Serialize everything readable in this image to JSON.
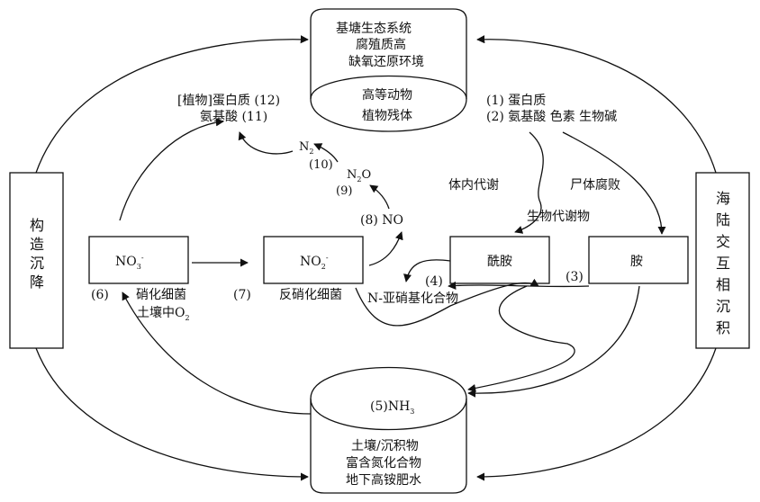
{
  "top_cylinder": {
    "title_lines": [
      "基塘生态系统",
      "腐殖质高",
      "缺氧还原环境"
    ],
    "inner_lines": [
      "高等动物",
      "植物残体"
    ]
  },
  "bottom_cylinder": {
    "nh3_prefix": "(5)NH",
    "nh3_sub": "3",
    "lines": [
      "土壤/沉积物",
      "富含氮化合物",
      "地下高铵肥水"
    ]
  },
  "left_box": {
    "chars": [
      "构",
      "造",
      "沉",
      "降"
    ]
  },
  "right_box": {
    "chars": [
      "海",
      "陆",
      "交",
      "互",
      "相",
      "沉",
      "积"
    ]
  },
  "boxes": {
    "no3": {
      "main": "NO",
      "sub": "3",
      "sup": "-"
    },
    "no2": {
      "main": "NO",
      "sub": "2",
      "sup": "-"
    },
    "amide": "酰胺",
    "amine": "胺"
  },
  "labels": {
    "plant_protein": "[植物]蛋白质 (12)",
    "amino_acid_11": "氨基酸 (11)",
    "n2_main": "N",
    "n2_sub": "2",
    "n10": "(10)",
    "n2o_main": "N",
    "n2o_sub": "2",
    "n2o_o": "O",
    "n9": "(9)",
    "no": "(8) NO",
    "protein_1": "(1) 蛋白质",
    "amino_2": "(2) 氨基酸 色素 生物碱",
    "metabolism": "体内代谢",
    "decay": "尸体腐败",
    "bio_metabolite": "生物代谢物",
    "n4": "(4)",
    "n3": "(3)",
    "nitroso": "N-亚硝基化合物",
    "n6": "(6)",
    "nitrifying": "硝化细菌",
    "soil_o2_prefix": "土壤中O",
    "soil_o2_sub": "2",
    "n7": "(7)",
    "denitrifying": "反硝化细菌"
  }
}
